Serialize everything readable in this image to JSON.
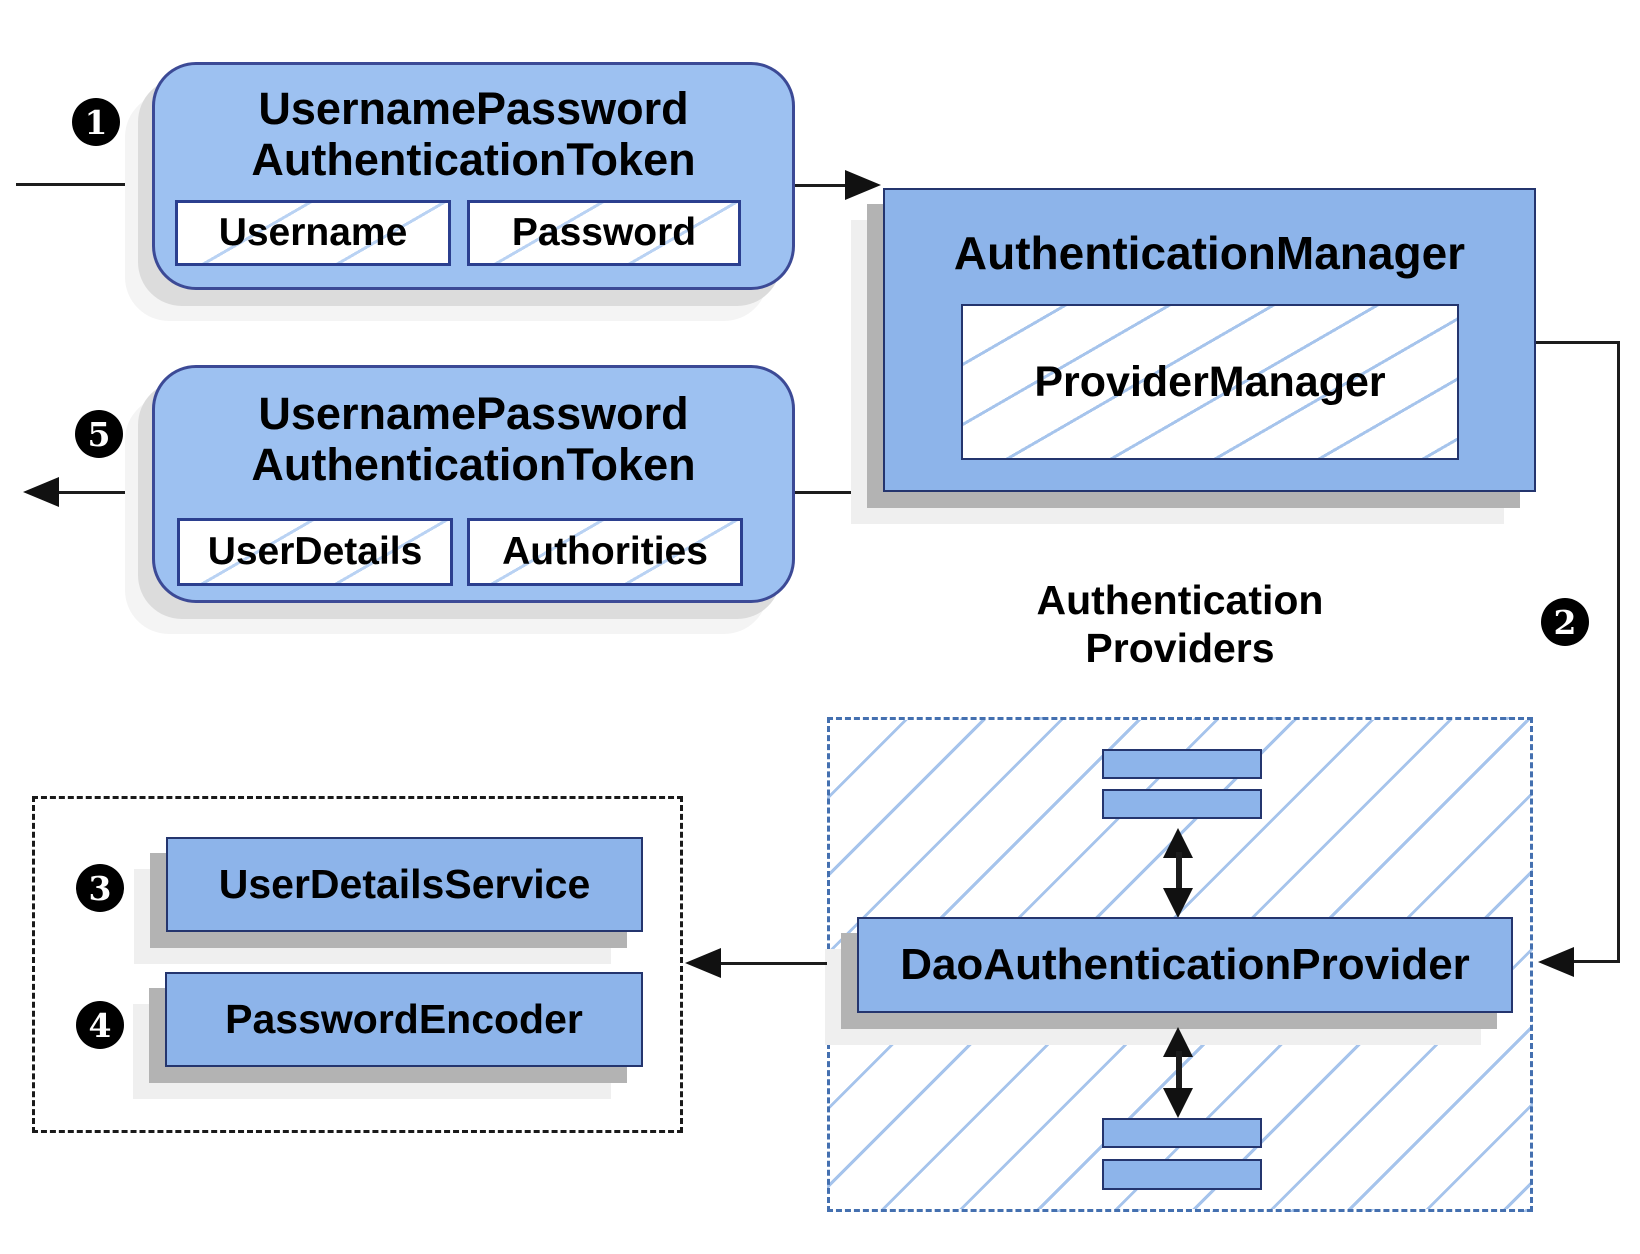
{
  "diagram": {
    "badges": {
      "step1": "1",
      "step2": "2",
      "step3": "3",
      "step4": "4",
      "step5": "5"
    },
    "nodes": {
      "request_token": {
        "title_line1": "UsernamePassword",
        "title_line2": "AuthenticationToken",
        "fields": [
          "Username",
          "Password"
        ]
      },
      "authentication_manager": {
        "title": "AuthenticationManager",
        "inner": "ProviderManager"
      },
      "response_token": {
        "title_line1": "UsernamePassword",
        "title_line2": "AuthenticationToken",
        "fields": [
          "UserDetails",
          "Authorities"
        ]
      },
      "providers_group_label": {
        "line1": "Authentication",
        "line2": "Providers"
      },
      "dao_authentication_provider": "DaoAuthenticationProvider",
      "user_details_service": "UserDetailsService",
      "password_encoder": "PasswordEncoder"
    },
    "colors": {
      "node_fill": "#8db4ea",
      "rounded_node_fill": "#9dc1f1",
      "node_border": "#24356e",
      "hatch_line": "#a6c4ec",
      "providers_dash_border": "#4470b0",
      "group_dash_border": "#1a1a1a",
      "connector": "#1c1c1c",
      "badge_bg": "#000000",
      "badge_fg": "#ffffff",
      "shadow_dark": "#b3b3b3",
      "shadow_light": "#efefef"
    }
  }
}
